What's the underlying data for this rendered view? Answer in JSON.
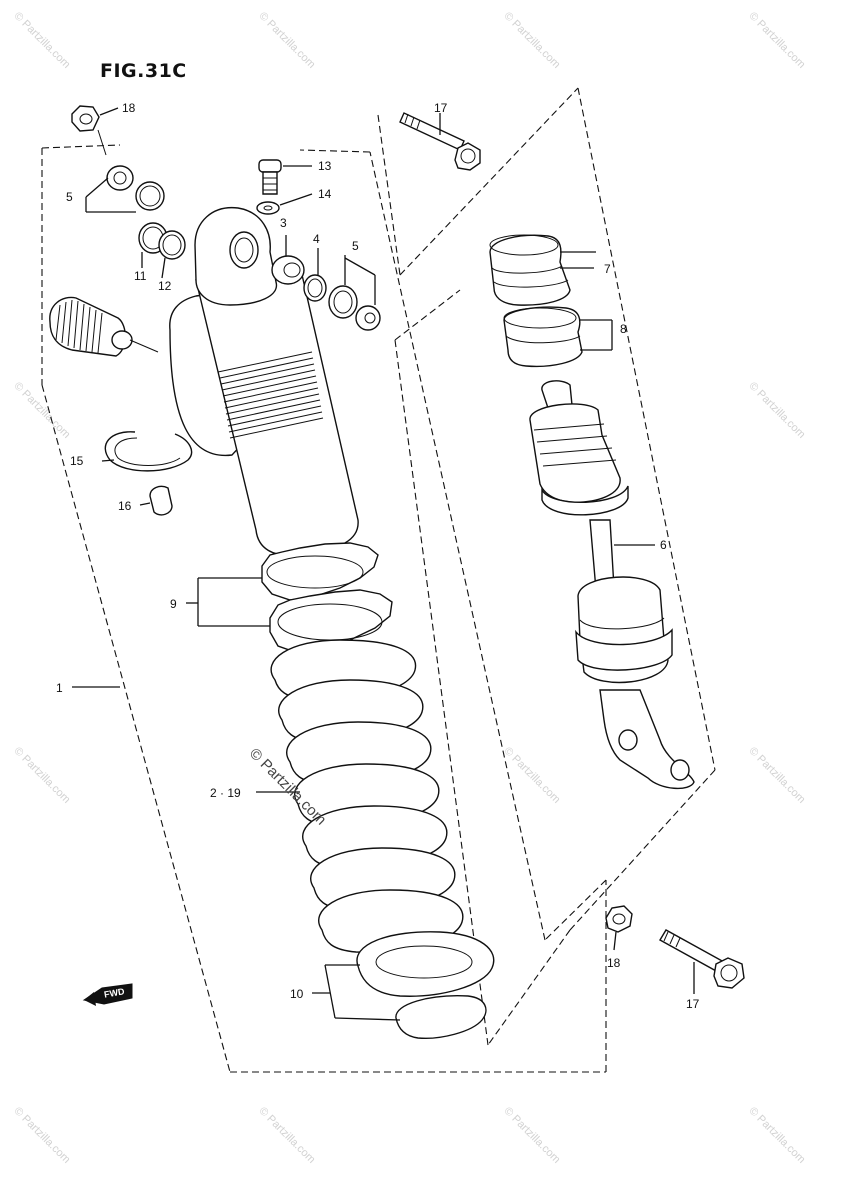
{
  "figure": {
    "title": "FIG.31C"
  },
  "watermark": {
    "text": "© Partzilla.com"
  },
  "fwd_label": "FWD",
  "callouts": {
    "c18_top": "18",
    "c17_top": "17",
    "c13": "13",
    "c14": "14",
    "c3": "3",
    "c4": "4",
    "c5_right": "5",
    "c5_left": "5",
    "c11": "11",
    "c12": "12",
    "c7": "7",
    "c8": "8",
    "c15": "15",
    "c16": "16",
    "c6": "6",
    "c9": "9",
    "c1": "1",
    "c2_19": "2 · 19",
    "c10": "10",
    "c18_bottom": "18",
    "c17_bottom": "17"
  }
}
